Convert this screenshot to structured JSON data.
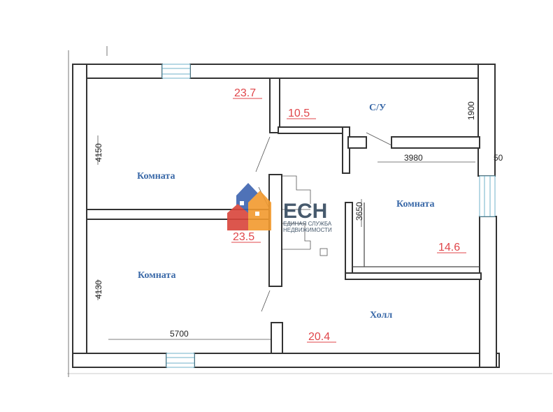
{
  "rooms": {
    "room_top_left": {
      "name": "Комната",
      "area": "23.7"
    },
    "wc": {
      "name": "С/У",
      "area": "10.5"
    },
    "room_bottom_left": {
      "name": "Комната",
      "area": "23.5"
    },
    "room_right": {
      "name": "Комната",
      "area": "14.6"
    },
    "hall": {
      "name": "Холл",
      "area": "20.4"
    }
  },
  "dimensions": {
    "top_left_height": "4150",
    "bottom_left_height": "4130",
    "bottom_left_width": "5700",
    "wc_height": "1900",
    "right_room_width": "3980",
    "right_room_height": "3650",
    "right_edge": "50"
  },
  "watermark": {
    "logo_text": "ЕСН",
    "line1": "ЕДИНАЯ СЛУЖБА",
    "line2": "НЕДВИЖИМОСТИ"
  },
  "colors": {
    "room_label": "#3a69a8",
    "area_label": "#e0464a",
    "window": "#6fb2c8",
    "logo_blue": "#3d63b0",
    "logo_orange": "#f29a2e",
    "logo_red": "#d9443a"
  }
}
